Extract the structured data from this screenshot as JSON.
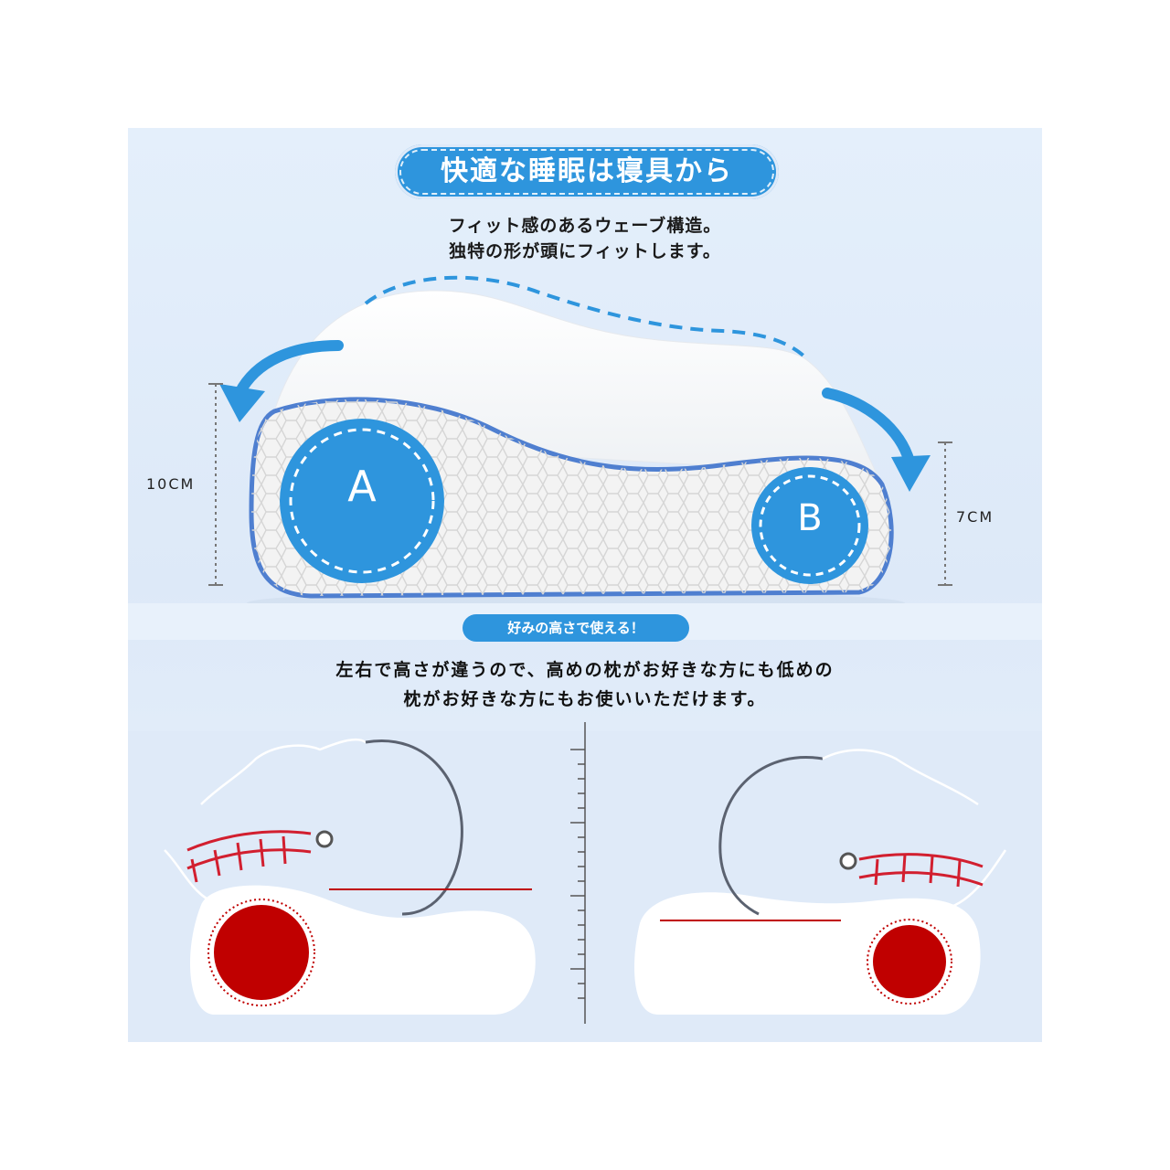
{
  "header": {
    "title": "快適な睡眠は寝具から",
    "subtitle_line1": "フィット感のあるウェーブ構造。",
    "subtitle_line2": "独特の形が頭にフィットします。"
  },
  "pillow": {
    "side_a_label": "A",
    "side_b_label": "B",
    "height_a": "10CM",
    "height_b": "7CM"
  },
  "middle": {
    "pill_text": "好みの高さで使える！",
    "caption_line1": "左右で高さが違うので、高めの枕がお好きな方にも低めの",
    "caption_line2": "枕がお好きな方にもお使いいただけます。"
  },
  "colors": {
    "accent_blue": "#2e95dd",
    "cervical_red": "#c00000",
    "panel_bg": "#e1ecf9"
  },
  "icons": [
    "curved-arrow-left-icon",
    "curved-arrow-right-icon",
    "spine-icon"
  ]
}
